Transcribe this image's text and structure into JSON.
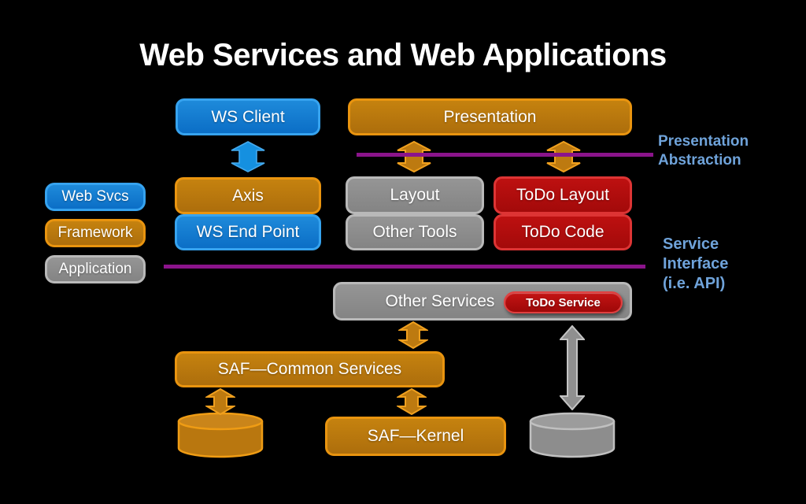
{
  "slide": {
    "title": "Web Services and Web Applications"
  },
  "legend": {
    "items": [
      {
        "label": "Web Svcs",
        "category": "web-services",
        "color": "#0e76cf"
      },
      {
        "label": "Framework",
        "category": "framework",
        "color": "#bc790f"
      },
      {
        "label": "Application",
        "category": "application",
        "color": "#8d8d8d"
      }
    ]
  },
  "boxes": {
    "ws_client": "WS Client",
    "presentation": "Presentation",
    "axis": "Axis",
    "ws_end_point": "WS End Point",
    "layout": "Layout",
    "other_tools": "Other Tools",
    "todo_layout": "ToDo Layout",
    "todo_code": "ToDo Code",
    "other_services": "Other Services",
    "todo_service": "ToDo Service",
    "saf_common_services": "SAF—Common Services",
    "saf_kernel": "SAF—Kernel"
  },
  "annotations": {
    "presentation_abstraction": [
      "Presentation",
      "Abstraction"
    ],
    "service_interface": [
      "Service",
      "Interface",
      "(i.e. API)"
    ]
  },
  "colors": {
    "background": "#000000",
    "web_services_blue": "#0e76cf",
    "framework_orange": "#bc790f",
    "application_gray": "#8d8d8d",
    "todo_red": "#b90e0e",
    "divider_purple": "#8b148b",
    "annotation_blue": "#6fa3da",
    "title_white": "#ffffff"
  }
}
